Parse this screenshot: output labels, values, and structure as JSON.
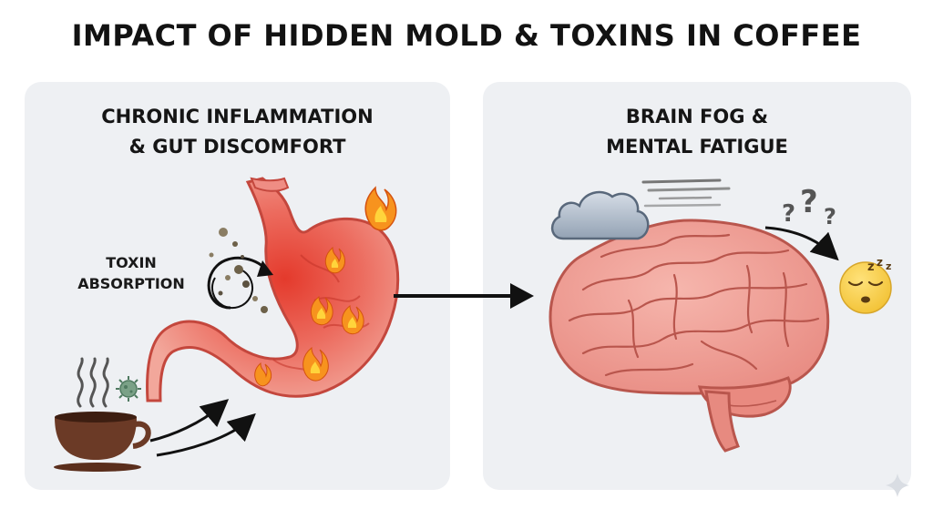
{
  "title": "IMPACT OF HIDDEN MOLD & TOXINS IN COFFEE",
  "left_panel": {
    "heading_line1": "CHRONIC INFLAMMATION",
    "heading_line2": "& GUT DISCOMFORT",
    "toxin_label_line1": "TOXIN",
    "toxin_label_line2": "ABSORPTION"
  },
  "right_panel": {
    "heading_line1": "BRAIN FOG &",
    "heading_line2": "MENTAL FATIGUE",
    "symbols": "? ? ?",
    "sleep_symbol": "zzz"
  },
  "icons": [
    "coffee-cup-icon",
    "steam-icon",
    "virus-icon",
    "stomach-icon",
    "flame-icon",
    "cloud-icon",
    "brain-icon",
    "question-mark-icon",
    "sleepy-face-icon",
    "arrow-icon"
  ],
  "colors": {
    "panel_bg": "#eef0f3",
    "stomach": "#e5675e",
    "brain": "#ef9a93",
    "flame": "#f7931e",
    "coffee": "#6b3a26",
    "face": "#f6cf45"
  }
}
